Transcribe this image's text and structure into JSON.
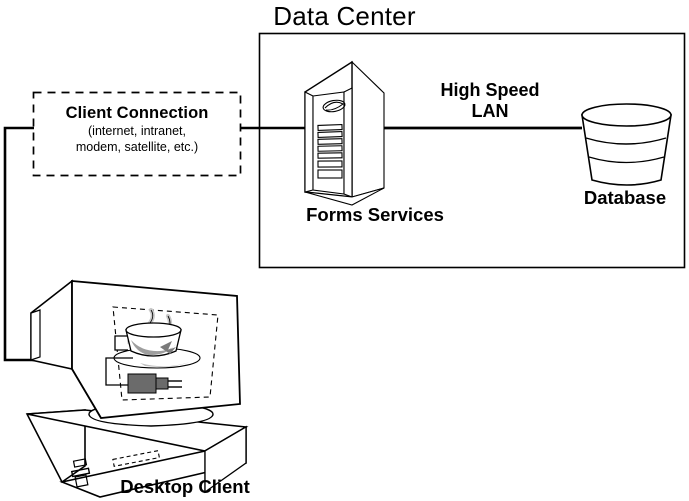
{
  "diagram": {
    "title": "Data Center",
    "nodes": {
      "client_connection": {
        "title": "Client Connection",
        "subtitle_line1": "(internet, intranet,",
        "subtitle_line2": "modem, satellite, etc.)",
        "shape": "dashed-rectangle"
      },
      "forms_services": {
        "label": "Forms Services",
        "icon": "server-tower-icon"
      },
      "database": {
        "label": "Database",
        "icon": "database-cylinder-icon"
      },
      "desktop_client": {
        "label": "Desktop Client",
        "icon": "desktop-computer-icon",
        "screen_icon": "java-coffee-cup-icon"
      }
    },
    "connections": {
      "lan_label_line1": "High Speed",
      "lan_label_line2": "LAN"
    },
    "colors": {
      "stroke": "#000000",
      "background": "#ffffff",
      "shade_light": "#d9d9d9",
      "shade_mid": "#a6a6a6",
      "shade_dark": "#595959"
    }
  }
}
